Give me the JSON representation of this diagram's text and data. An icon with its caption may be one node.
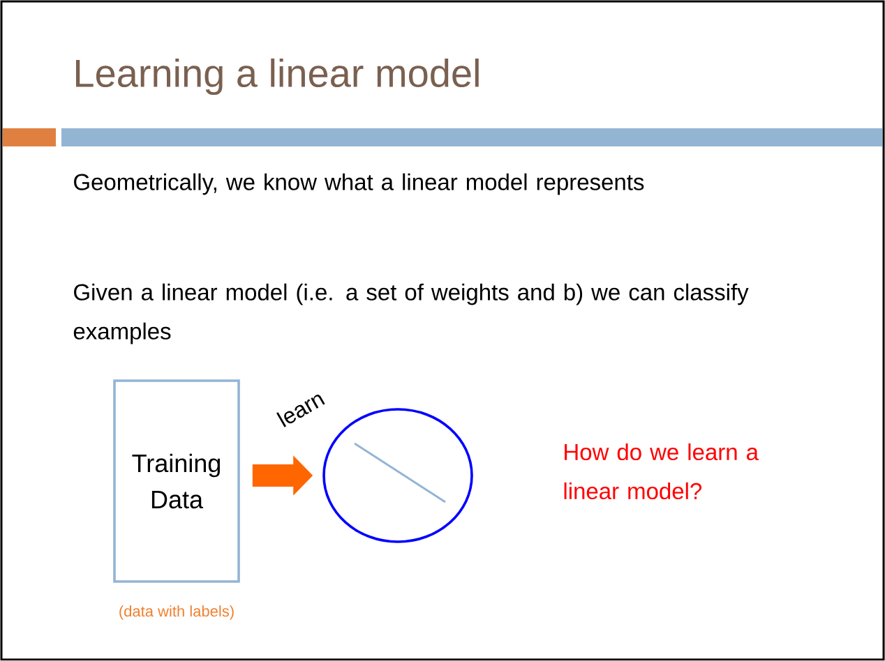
{
  "diagram": {
    "title": "Learning a linear model",
    "nodes": [
      {
        "text": [
          "Training Data"
        ],
        "beside": [
          "(data with labels)"
        ]
      },
      {
        "text": [],
        "shape": "circle"
      }
    ],
    "edges": [
      {
        "from": 0,
        "to": 1,
        "arrow": "to",
        "label": "learn",
        "color": "#ff6600"
      }
    ],
    "labels": [
      "Geometrically, we know what a linear model represents",
      "Given a linear model (i.e. a set of weights and b) we can classify examples",
      "How do we learn a linear model?"
    ]
  }
}
